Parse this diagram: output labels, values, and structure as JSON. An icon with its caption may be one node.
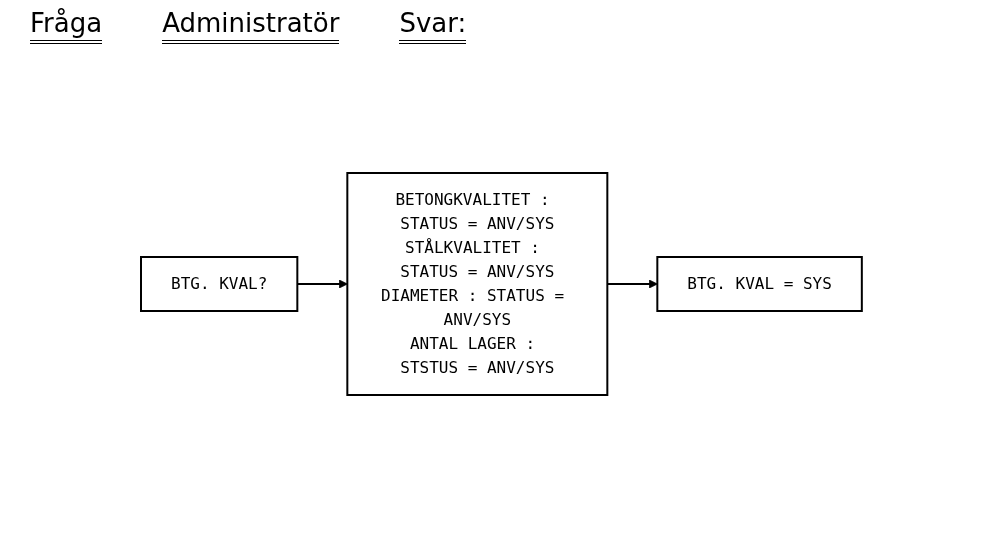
{
  "diagram": {
    "nodes": [
      {
        "text": [
          "BTG. KVAL?"
        ]
      },
      {
        "text": [
          "BETONGKVALITET : STATUS = ANV/SYS",
          "STÅLKVALITET : STATUS = ANV/SYS",
          "DIAMETER : STATUS = ANV/SYS",
          "ANTAL LAGER : STSTUS = ANV/SYS"
        ]
      },
      {
        "text": [
          "BTG. KVAL = SYS"
        ]
      }
    ],
    "edges": [
      {
        "from": 0,
        "to": 1,
        "arrow": "to"
      },
      {
        "from": 1,
        "to": 2,
        "arrow": "to"
      }
    ],
    "labels": [
      "Fråga",
      "Administratör",
      "Svar:"
    ]
  }
}
